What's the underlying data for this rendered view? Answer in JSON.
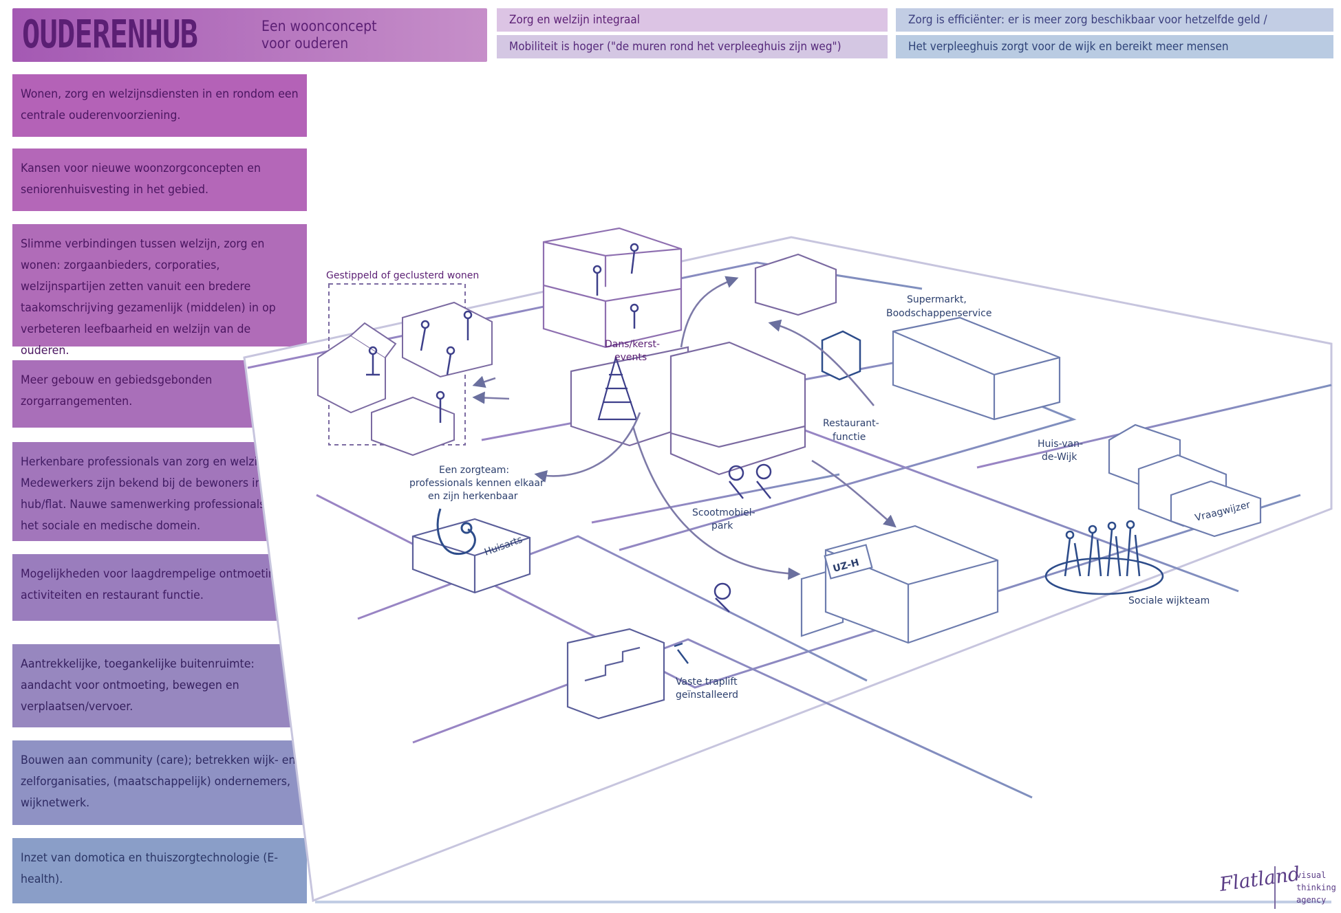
{
  "header": {
    "title": "OUDERENHUB",
    "subtitle": "Een woonconcept voor ouderen",
    "bars": [
      {
        "text": "Zorg en welzijn integraal"
      },
      {
        "text": "Mobiliteit is hoger (\"de muren rond het verpleeghuis zijn weg\")"
      },
      {
        "text": "Zorg is efficiënter: er is meer zorg beschikbaar voor hetzelfde geld /"
      },
      {
        "text": "Het verpleeghuis zorgt voor de wijk en bereikt meer mensen"
      }
    ]
  },
  "sidebar": {
    "items": [
      {
        "text": "Wonen, zorg en welzijnsdiensten in en rondom een centrale ouderenvoorziening."
      },
      {
        "text": "Kansen voor nieuwe woonzorgconcepten en seniorenhuisvesting in het gebied."
      },
      {
        "text": "Slimme verbindingen tussen welzijn, zorg en wonen: zorgaanbieders, corporaties, welzijnspartijen zetten vanuit een bredere taakomschrijving gezamenlijk (middelen) in op verbeteren leefbaarheid en welzijn van de ouderen."
      },
      {
        "text": "Meer gebouw en gebiedsgebonden zorgarrangementen."
      },
      {
        "text": "Herkenbare professionals van zorg en welzijn. Medewerkers zijn bekend bij de bewoners in de hub/flat. Nauwe samenwerking professionals in het sociale en medische domein."
      },
      {
        "text": "Mogelijkheden voor laagdrempelige ontmoeting, activiteiten en restaurant functie."
      },
      {
        "text": "Aantrekkelijke, toegankelijke buitenruimte: aandacht voor ontmoeting, bewegen en verplaatsen/vervoer."
      },
      {
        "text": "Bouwen aan community (care); betrekken wijk- en zelforganisaties, (maatschappelijk) ondernemers, wijknetwerk."
      },
      {
        "text": "Inzet van domotica en thuiszorgtechnologie (E-health)."
      }
    ]
  },
  "map": {
    "labels": {
      "clustered": "Gestippeld of geclusterd wonen",
      "dance_1": "Dans/kerst-",
      "dance_2": "events",
      "supermarket_1": "Supermarkt,",
      "supermarket_2": "Boodschappenservice",
      "restaurant_1": "Restaurant-",
      "restaurant_2": "functie",
      "careteam_1": "Een zorgteam:",
      "careteam_2": "professionals kennen elkaar",
      "careteam_3": "en zijn herkenbaar",
      "scooter_1": "Scootmobiel-",
      "scooter_2": "park",
      "huis_1": "Huis-van-",
      "huis_2": "de-Wijk",
      "vraagwijzer": "Vraagwijzer",
      "huisarts": "Huisarts",
      "hospital_sign": "UZ-H",
      "sociaal": "Sociale wijkteam",
      "traplift_1": "Vaste traplift",
      "traplift_2": "geïnstalleerd"
    }
  },
  "logo": {
    "name": "Flatland",
    "tagline": "visual\nthinking\nagency"
  }
}
